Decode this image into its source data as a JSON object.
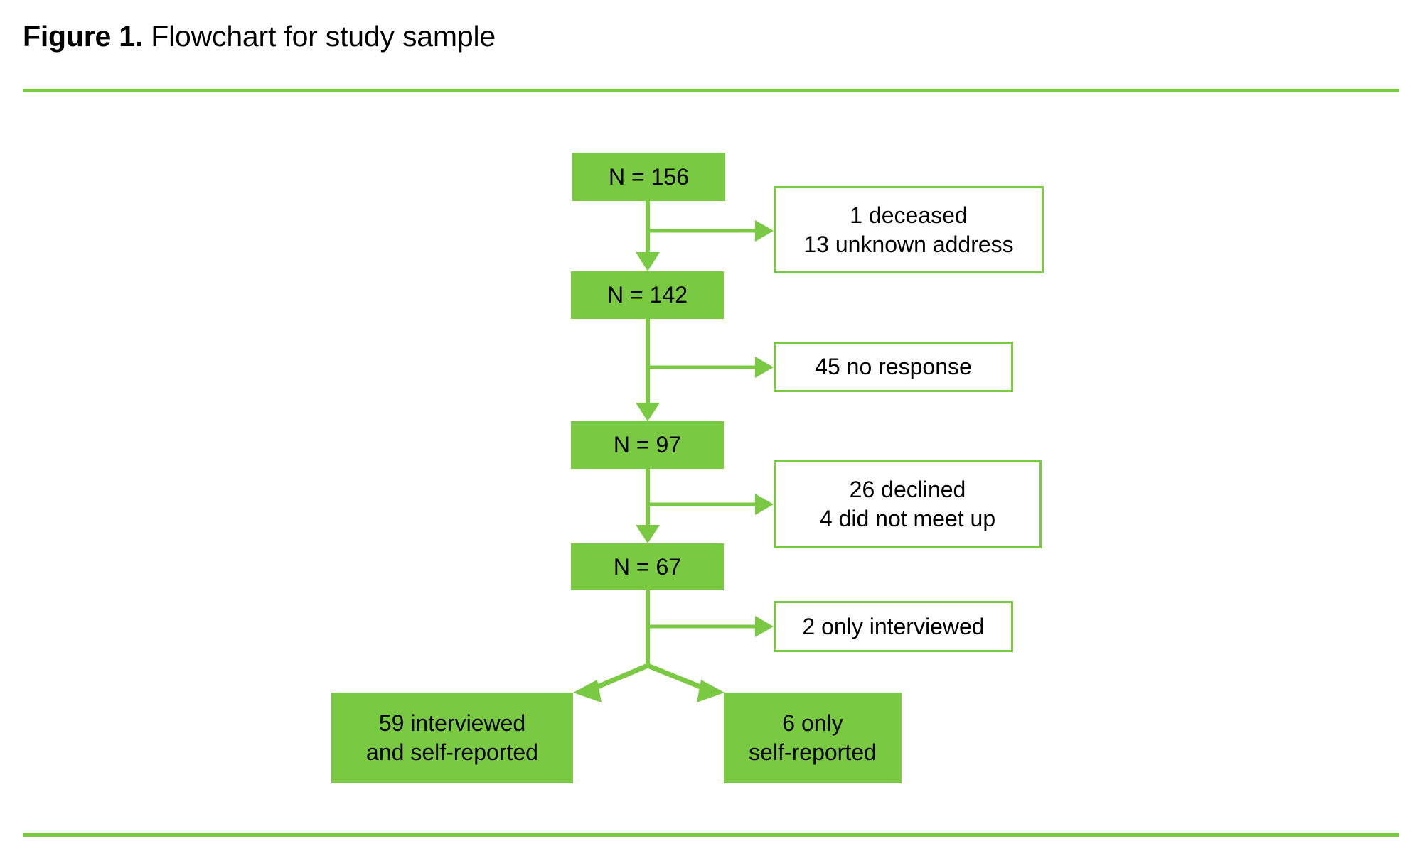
{
  "figure": {
    "label": "Figure 1.",
    "caption": " Flowchart for study sample"
  },
  "colors": {
    "green": "#7AC943",
    "text": "#000000",
    "background": "#FFFFFF"
  },
  "chart_data": {
    "type": "diagram",
    "title": "Figure 1. Flowchart for study sample",
    "diagram_kind": "flowchart",
    "orientation": "top-to-bottom",
    "nodes": [
      {
        "id": "n156",
        "label": "N = 156",
        "style": "filled",
        "role": "cohort"
      },
      {
        "id": "excl1a",
        "label": "1 deceased",
        "style": "outlined",
        "role": "exclusion"
      },
      {
        "id": "excl1b",
        "label": "13 unknown address",
        "style": "outlined",
        "role": "exclusion"
      },
      {
        "id": "n142",
        "label": "N = 142",
        "style": "filled",
        "role": "cohort"
      },
      {
        "id": "excl2",
        "label": "45 no response",
        "style": "outlined",
        "role": "exclusion"
      },
      {
        "id": "n97",
        "label": "N = 97",
        "style": "filled",
        "role": "cohort"
      },
      {
        "id": "excl3a",
        "label": "26 declined",
        "style": "outlined",
        "role": "exclusion"
      },
      {
        "id": "excl3b",
        "label": "4 did not meet up",
        "style": "outlined",
        "role": "exclusion"
      },
      {
        "id": "n67",
        "label": "N = 67",
        "style": "filled",
        "role": "cohort"
      },
      {
        "id": "excl4",
        "label": "2 only interviewed",
        "style": "outlined",
        "role": "exclusion"
      },
      {
        "id": "termleft",
        "label": "59 interviewed and self-reported",
        "style": "filled",
        "role": "terminal"
      },
      {
        "id": "termright",
        "label": "6 only self-reported",
        "style": "filled",
        "role": "terminal"
      }
    ],
    "edges": [
      {
        "from": "n156",
        "to": "n142",
        "kind": "flow"
      },
      {
        "from": "n156",
        "to": "excl1",
        "kind": "exclusion"
      },
      {
        "from": "n142",
        "to": "n97",
        "kind": "flow"
      },
      {
        "from": "n142",
        "to": "excl2",
        "kind": "exclusion"
      },
      {
        "from": "n97",
        "to": "n67",
        "kind": "flow"
      },
      {
        "from": "n97",
        "to": "excl3",
        "kind": "exclusion"
      },
      {
        "from": "n67",
        "to": "excl4",
        "kind": "exclusion"
      },
      {
        "from": "n67",
        "to": "termleft",
        "kind": "flow"
      },
      {
        "from": "n67",
        "to": "termright",
        "kind": "flow"
      }
    ],
    "values": {
      "enrolled": 156,
      "deceased": 1,
      "unknown_address": 13,
      "contacted": 142,
      "no_response": 45,
      "responded": 97,
      "declined": 26,
      "did_not_meet_up": 4,
      "included": 67,
      "only_interviewed": 2,
      "interviewed_and_self_reported": 59,
      "only_self_reported": 6
    }
  },
  "nodes": {
    "n156": {
      "line1": "N = 156"
    },
    "n142": {
      "line1": "N = 142"
    },
    "n97": {
      "line1": "N = 97"
    },
    "n67": {
      "line1": "N = 67"
    },
    "excl1": {
      "line1": "1 deceased",
      "line2": "13 unknown address"
    },
    "excl2": {
      "line1": "45 no response"
    },
    "excl3": {
      "line1": "26 declined",
      "line2": "4 did not meet up"
    },
    "excl4": {
      "line1": "2 only interviewed"
    },
    "term_left": {
      "line1": "59 interviewed",
      "line2": "and self-reported"
    },
    "term_right": {
      "line1": "6 only",
      "line2": "self-reported"
    }
  }
}
